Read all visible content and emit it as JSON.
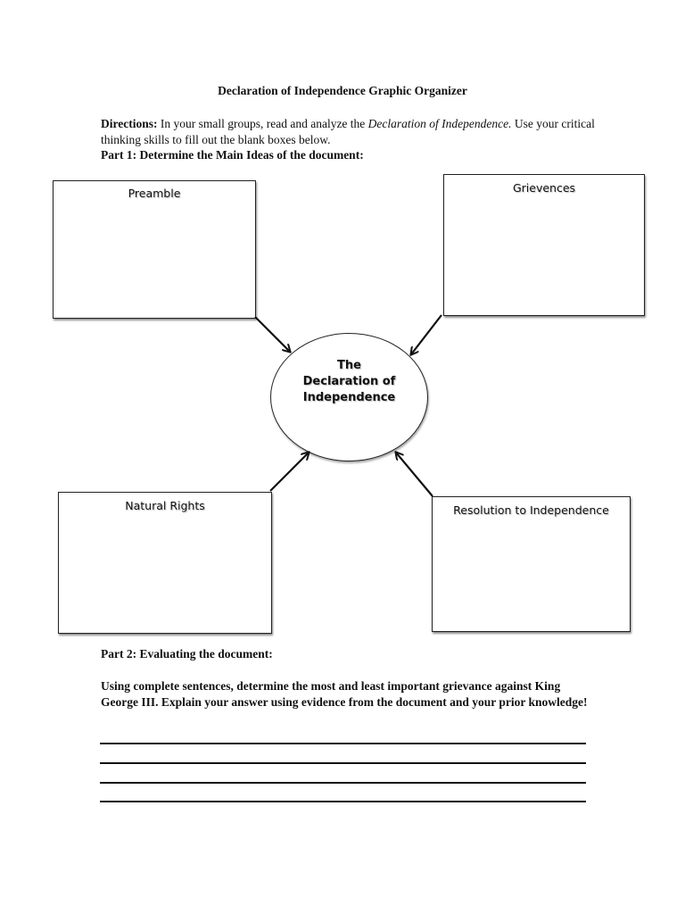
{
  "title": "Declaration of Independence Graphic Organizer",
  "directions": {
    "label": "Directions:",
    "text_before": " In your small groups, read and analyze the ",
    "italic": "Declaration of Independence.",
    "text_after": "  Use your critical thinking skills to fill out the blank boxes below."
  },
  "part1": {
    "heading": "Part 1:  Determine the Main Ideas of the document:"
  },
  "organizer": {
    "center": {
      "lines": [
        "The",
        "Declaration of",
        "Independence"
      ]
    },
    "boxes": {
      "preamble": "Preamble",
      "grievences": "Grievences",
      "natural_rights": "Natural Rights",
      "resolution": "Resolution to Independence"
    }
  },
  "part2": {
    "heading": "Part 2:  Evaluating the document:",
    "question": "Using complete sentences, determine the most and least important grievance against King George III. Explain your answer using evidence from the document and your prior knowledge!"
  },
  "colors": {
    "ink": "#111111",
    "border": "#222222",
    "background": "#ffffff"
  }
}
